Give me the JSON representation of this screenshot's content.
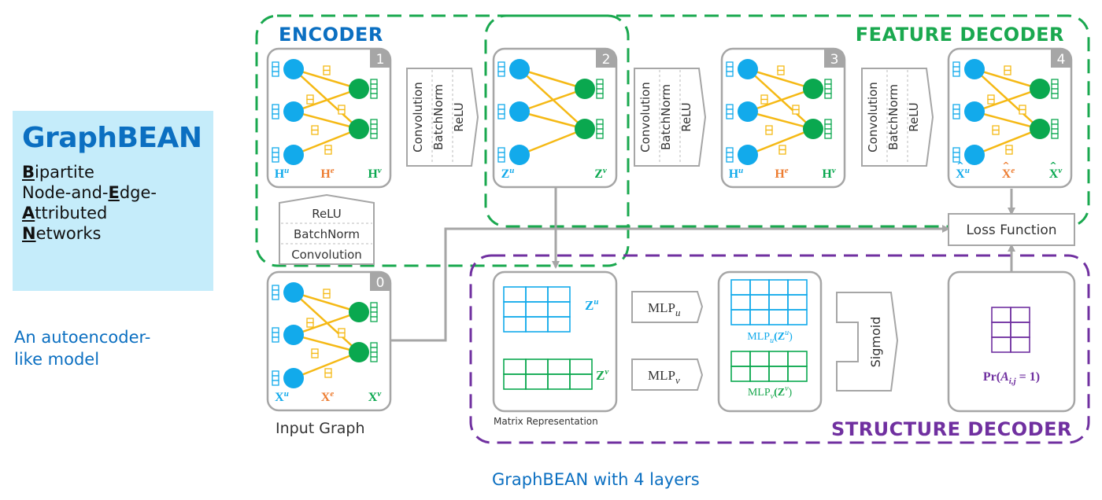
{
  "title_panel": {
    "title": "GraphBEAN",
    "lines": [
      {
        "bold": "B",
        "rest": "ipartite"
      },
      {
        "pre": "Node-and-",
        "bold": "E",
        "rest": "dge-"
      },
      {
        "bold": "A",
        "rest": "ttributed"
      },
      {
        "bold": "N",
        "rest": "etworks"
      }
    ],
    "subtitle_lines": [
      "An autoencoder-",
      "like model"
    ]
  },
  "caption": "GraphBEAN with 4 layers",
  "regions": {
    "encoder": "ENCODER",
    "feature_decoder": "FEATURE DECODER",
    "structure_decoder": "STRUCTURE DECODER"
  },
  "colors": {
    "u_nodes": "#12aaeb",
    "v_nodes": "#0aa84f",
    "edges": "#f5b915",
    "edge_label": "#ed7d31",
    "encoder": "#0b6fc1",
    "feature_decoder": "#1aa84f",
    "structure_decoder": "#7030a0",
    "box_border": "#a6a6a6"
  },
  "graphs": [
    {
      "id": "0",
      "badge": "0",
      "u_label": "X",
      "u_sup": "u",
      "e_label": "X",
      "e_sup": "e",
      "v_label": "X",
      "v_sup": "v",
      "hat": false,
      "edge_features": true,
      "caption": "Input Graph"
    },
    {
      "id": "1",
      "badge": "1",
      "u_label": "H",
      "u_sup": "u",
      "e_label": "H",
      "e_sup": "e",
      "v_label": "H",
      "v_sup": "v",
      "hat": false,
      "edge_features": true
    },
    {
      "id": "2",
      "badge": "2",
      "u_label": "Z",
      "u_sup": "u",
      "e_label": "",
      "e_sup": "",
      "v_label": "Z",
      "v_sup": "v",
      "hat": false,
      "edge_features": false
    },
    {
      "id": "3",
      "badge": "3",
      "u_label": "H",
      "u_sup": "u",
      "e_label": "H",
      "e_sup": "e",
      "v_label": "H",
      "v_sup": "v",
      "hat": false,
      "edge_features": true
    },
    {
      "id": "4",
      "badge": "4",
      "u_label": "X",
      "u_sup": "u",
      "e_label": "X",
      "e_sup": "e",
      "v_label": "X",
      "v_sup": "v",
      "hat": true,
      "edge_features": true
    }
  ],
  "layer_ops": [
    "Convolution",
    "BatchNorm",
    "ReLU"
  ],
  "layer_ops_stacked": [
    "ReLU",
    "BatchNorm",
    "Convolution"
  ],
  "loss_function": "Loss Function",
  "matrix_representation": {
    "caption": "Matrix Representation",
    "zu": "Z",
    "zu_sup": "u",
    "zv": "Z",
    "zv_sup": "v"
  },
  "mlp": {
    "u": {
      "name": "MLP",
      "sub": "u"
    },
    "v": {
      "name": "MLP",
      "sub": "v"
    },
    "out_u": {
      "name": "MLP",
      "sub": "u",
      "arg": "(Z",
      "arg_sup": "u",
      "close": ")"
    },
    "out_v": {
      "name": "MLP",
      "sub": "v",
      "arg": "(Z",
      "arg_sup": "v",
      "close": ")"
    }
  },
  "sigmoid": "Sigmoid",
  "probability": {
    "pre": "Pr(",
    "var": "A",
    "sub": "i,j",
    "post": " = 1)"
  }
}
